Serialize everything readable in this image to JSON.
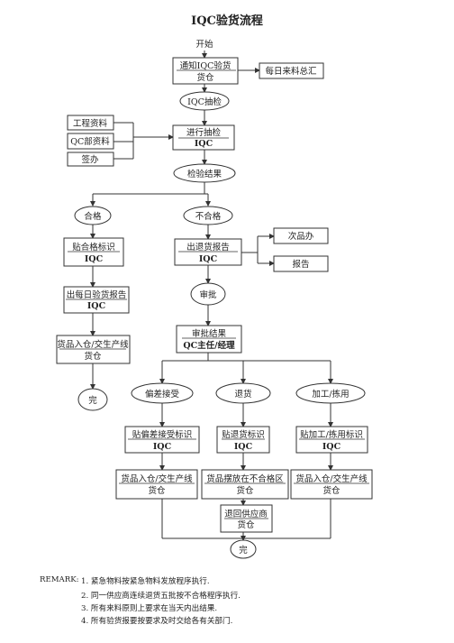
{
  "title": "IQC验货流程",
  "nodes": {
    "start": "开始",
    "notify_l1": "通知IQC验货",
    "notify_l2": "货仓",
    "daily_summary": "每日来料总汇",
    "iqc_sampling": "IQC抽检",
    "eng_docs": "工程资料",
    "qc_docs": "QC部资料",
    "sample": "签办",
    "do_check_l1": "进行抽检",
    "do_check_l2": "IQC",
    "result": "检验结果",
    "pass": "合格",
    "fail": "不合格",
    "defect_office": "次品办",
    "report": "报告",
    "pass_label_l1": "贴合格标识",
    "pass_label_l2": "IQC",
    "return_report_l1": "出退货报告",
    "return_report_l2": "IQC",
    "daily_report_l1": "出每日验货报告",
    "daily_report_l2": "IQC",
    "approve": "审批",
    "pass_store_l1": "货品入仓/交生产线",
    "pass_store_l2": "货仓",
    "approval_result_l1": "审批结果",
    "approval_result_l2": "QC主任/经理",
    "end1": "完",
    "deviation": "偏差接受",
    "return_goods": "退货",
    "rework": "加工/拣用",
    "dev_label_l1": "贴偏差接受标识",
    "dev_label_l2": "IQC",
    "ret_label_l1": "贴退货标识",
    "ret_label_l2": "IQC",
    "rw_label_l1": "贴加工/拣用标识",
    "rw_label_l2": "IQC",
    "dev_store_l1": "货品入仓/交生产线",
    "dev_store_l2": "货仓",
    "ret_store_l1": "货品摆放在不合格区",
    "ret_store_l2": "货仓",
    "rw_store_l1": "货品入仓/交生产线",
    "rw_store_l2": "货仓",
    "return_supplier_l1": "退回供应商",
    "return_supplier_l2": "货仓",
    "end2": "完"
  },
  "remarks": {
    "label": "REMARK:",
    "r1": "1. 紧急物料按紧急物料发放程序执行.",
    "r2": "2. 同一供应商连续退货五批按不合格程序执行.",
    "r3": "3. 所有来料原则上要求在当天内出结果.",
    "r4": "4. 所有验货报要按要求及时交给各有关部门."
  },
  "colors": {
    "line": "#333333",
    "text": "#222222",
    "background": "#ffffff"
  }
}
